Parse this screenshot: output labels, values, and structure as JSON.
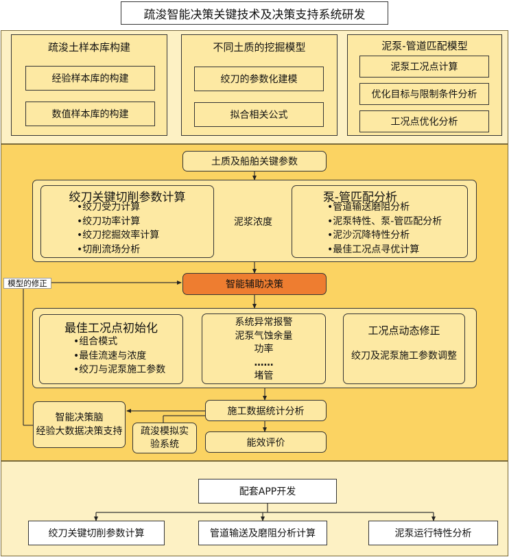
{
  "title": "疏浚智能决策关键技术及决策支持系统研发",
  "colors": {
    "top_band": "#fdf1c4",
    "middle_band": "#fbd362",
    "bottom_band": "#fdf1c4",
    "box_fill": "#fde9a3",
    "decision_fill": "#ee7d30"
  },
  "top": {
    "col1": {
      "title": "疏浚土样本库构建",
      "items": [
        "经验样本库的构建",
        "数值样本库的构建"
      ]
    },
    "col2": {
      "title": "不同土质的挖掘模型",
      "items": [
        "绞刀的参数化建模",
        "拟合相关公式"
      ]
    },
    "col3": {
      "title": "泥泵-管道匹配模型",
      "items": [
        "泥泵工况点计算",
        "优化目标与限制条件分析",
        "工况点优化分析"
      ]
    }
  },
  "middle": {
    "params_label": "土质及船舶关键参数",
    "cutter": {
      "title": "绞刀关键切削参数计算",
      "items": [
        "•绞刀受力计算",
        "•绞刀功率计算",
        "•绞刀挖掘效率计算",
        "•切削流场分析"
      ]
    },
    "slurry_label": "泥浆浓度",
    "pump": {
      "title": "泵-管匹配分析",
      "items": [
        "•管道输送磨阻分析",
        "•泥泵特性、泵-管匹配分析",
        "•泥沙沉降特性分析",
        "•最佳工况点寻优计算"
      ]
    },
    "feedback_label": "模型的修正",
    "decision_label": "智能辅助决策",
    "init": {
      "title": "最佳工况点初始化",
      "items": [
        "•组合模式",
        "•最佳流速与浓度",
        "•绞刀与泥泵施工参数"
      ]
    },
    "alarm": {
      "items": [
        "系统异常报警",
        "泥泵气蚀余量",
        "功率",
        "……",
        "堵管"
      ]
    },
    "dynamic": {
      "title": "工况点动态修正",
      "desc": "绞刀及泥泵施工参数调整"
    },
    "stats_label": "施工数据统计分析",
    "brain_line1": "智能决策脑",
    "brain_line2": "经验大数据决策支持",
    "sim_label": "疏浚模拟实验系统",
    "eval_label": "能效评价"
  },
  "bottom": {
    "app_label": "配套APP开发",
    "items": [
      "绞刀关键切削参数计算",
      "管道输送及磨阻分析计算",
      "泥泵运行特性分析"
    ]
  }
}
